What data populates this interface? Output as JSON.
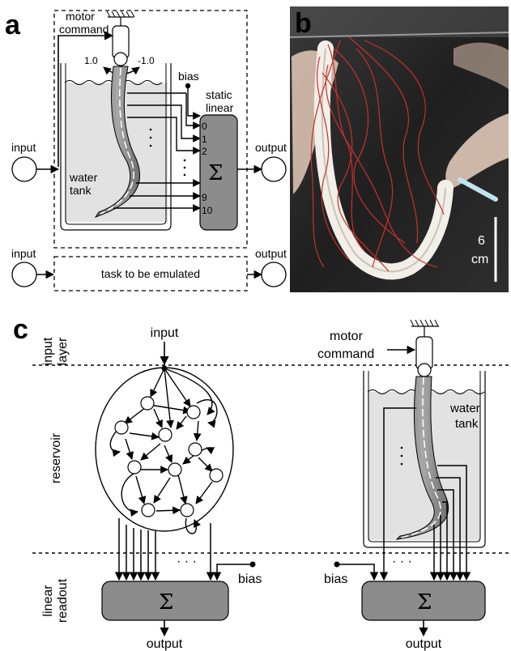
{
  "panel_a": {
    "letter": "a",
    "motor_command": [
      "motor",
      "command"
    ],
    "angle_pos": "1.0",
    "angle_neg": "-1.0",
    "bias": "bias",
    "static_linear": [
      "static",
      "linear"
    ],
    "channels": [
      "0",
      "1",
      "2",
      "9",
      "10"
    ],
    "input": "input",
    "output": "output",
    "water_tank": [
      "water",
      "tank"
    ],
    "task": "task to be emulated",
    "input2": "input",
    "output2": "output",
    "sigma": "Σ"
  },
  "panel_b": {
    "letter": "b",
    "scale": [
      "6",
      "cm"
    ]
  },
  "panel_c": {
    "letter": "c",
    "input_layer": [
      "input",
      "layer"
    ],
    "reservoir": "reservoir",
    "linear_readout": [
      "linear",
      "readout"
    ],
    "input": "input",
    "bias_left": "bias",
    "output_left": "output",
    "motor_command": [
      "motor",
      "command"
    ],
    "water_tank": [
      "water",
      "tank"
    ],
    "bias_right": "bias",
    "output_right": "output",
    "sigma": "Σ",
    "ellipsis": "· · ·"
  },
  "colors": {
    "box_fill": "#8c8c8c",
    "water_fill": "#e2e2e2",
    "photo_bg": "#2b2b2b",
    "wire_red": "#c8302a"
  }
}
